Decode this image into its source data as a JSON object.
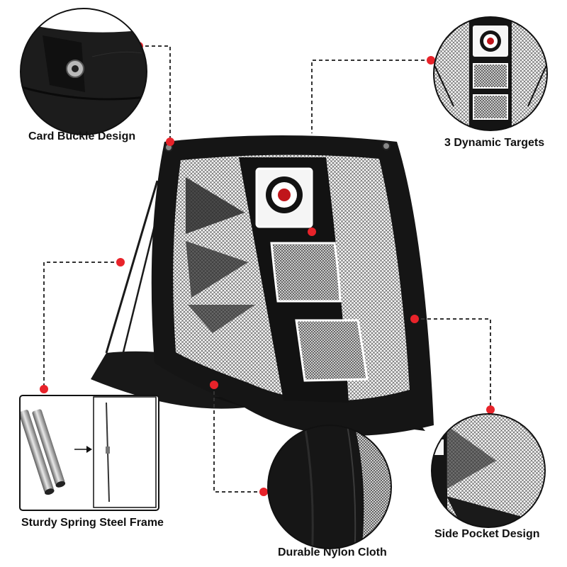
{
  "features": {
    "card_buckle": "Card Buckle Design",
    "dynamic_targets": "3 Dynamic Targets",
    "spring_frame": "Sturdy Spring Steel Frame",
    "side_pocket": "Side Pocket Design",
    "nylon_cloth": "Durable Nylon Cloth"
  },
  "colors": {
    "accent_dot": "#e8232a",
    "net_fabric": "#161616",
    "mesh_bg": "#f1f1f1",
    "target_red": "#c0151b"
  }
}
